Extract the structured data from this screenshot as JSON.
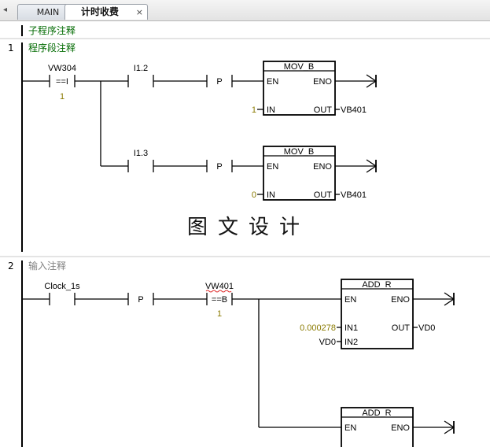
{
  "tabs": {
    "items": [
      {
        "label": "MAIN",
        "active": false
      },
      {
        "label": "计时收费",
        "active": true
      }
    ],
    "close_glyph": "×",
    "scroll_left_glyph": "◂"
  },
  "subroutine_comment": "子程序注释",
  "networks": [
    {
      "number": "1",
      "comment": "程序段注释"
    },
    {
      "number": "2",
      "comment": "输入注释"
    }
  ],
  "network1": {
    "compare": {
      "operand": "VW304",
      "op": "==I",
      "value": "1"
    },
    "contact_a": "I1.2",
    "contact_b": "I1.3",
    "p_label": "P",
    "box1": {
      "title": "MOV_B",
      "en": "EN",
      "eno": "ENO",
      "in_label": "IN",
      "out_label": "OUT",
      "in_value": "1",
      "out_value": "VB401"
    },
    "box2": {
      "title": "MOV_B",
      "en": "EN",
      "eno": "ENO",
      "in_label": "IN",
      "out_label": "OUT",
      "in_value": "0",
      "out_value": "VB401"
    }
  },
  "watermark": "图文设计",
  "network2": {
    "contact": "Clock_1s",
    "p_label": "P",
    "compare": {
      "operand": "VW401",
      "op": "==B",
      "value": "1"
    },
    "box1": {
      "title": "ADD_R",
      "en": "EN",
      "eno": "ENO",
      "in1_label": "IN1",
      "in2_label": "IN2",
      "out_label": "OUT",
      "in1_value": "0.000278",
      "in2_value": "VD0",
      "out_value": "VD0"
    },
    "box2": {
      "title": "ADD_R",
      "en": "EN",
      "eno": "ENO"
    }
  },
  "colors": {
    "comment_green": "#006a00",
    "comment_gray": "#808080",
    "constant_olive": "#8a7a00",
    "wire": "#000000",
    "squiggle": "#e03030"
  }
}
